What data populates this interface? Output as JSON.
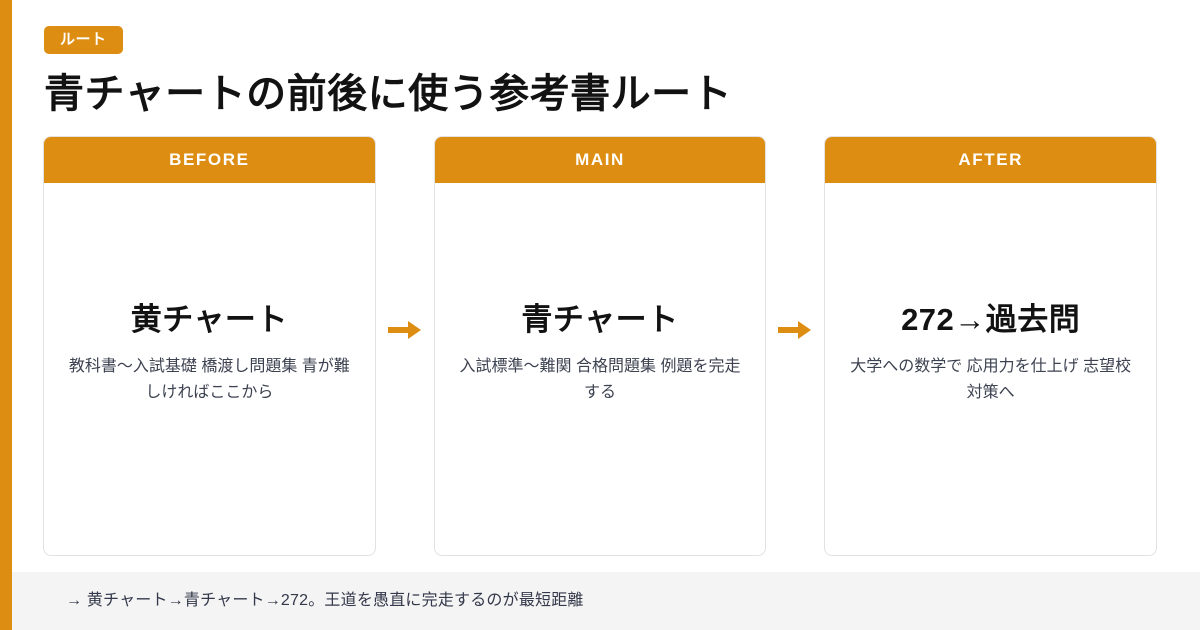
{
  "accent_color": "#dd8d11",
  "header": {
    "badge_label": "ルート",
    "title": "青チャートの前後に使う参考書ルート"
  },
  "cards": [
    {
      "stage_label": "BEFORE",
      "title": "黄チャート",
      "description": "教科書〜入試基礎 橋渡し問題集 青が難しければここから"
    },
    {
      "stage_label": "MAIN",
      "title": "青チャート",
      "description": "入試標準〜難関 合格問題集 例題を完走する"
    },
    {
      "stage_label": "AFTER",
      "title": "272→過去問",
      "description": "大学への数学で 応用力を仕上げ 志望校対策へ"
    }
  ],
  "connectors": [
    {
      "icon": "arrow-right-icon",
      "glyph": "→"
    },
    {
      "icon": "arrow-right-icon",
      "glyph": "→"
    }
  ],
  "footer": {
    "note": "→ 黄チャート→青チャート→272。王道を愚直に完走するのが最短距離"
  }
}
